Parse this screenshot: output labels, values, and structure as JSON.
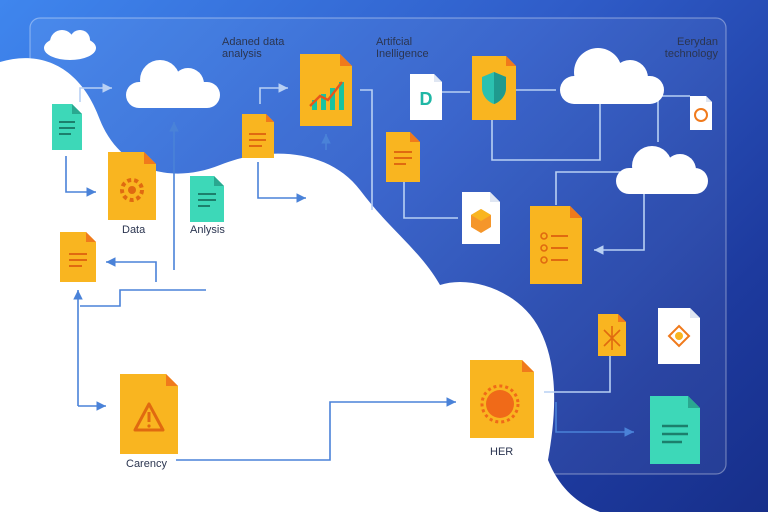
{
  "labels": {
    "advanced_data_analysis": "Adaned data\nanalysis",
    "artificial_intelligence": "Artifcial\nInelligence",
    "everyday_technology": "Eerydan\ntechnology",
    "data": "Data",
    "analysis": "Anlysis",
    "currency": "Carency",
    "her": "HER"
  },
  "icons": {
    "doc_gear": "gear-document-icon",
    "doc_chart": "bar-chart-document-icon",
    "doc_shield": "shield-document-icon",
    "doc_d": "letter-d-document-icon",
    "doc_box": "cube-document-icon",
    "doc_list": "checklist-document-icon",
    "doc_warning": "warning-document-icon",
    "doc_sun": "sun-document-icon",
    "doc_plain": "text-document-icon",
    "cloud": "cloud-icon"
  },
  "colors": {
    "background_start": "#3f86ee",
    "background_end": "#172f8a",
    "cloud": "#ffffff",
    "doc_orange": "#f9b520",
    "doc_orange_fold": "#f07a1c",
    "doc_teal": "#3dd8b8",
    "connector_blue": "#4a82d8",
    "connector_light": "#b8d0f4"
  }
}
